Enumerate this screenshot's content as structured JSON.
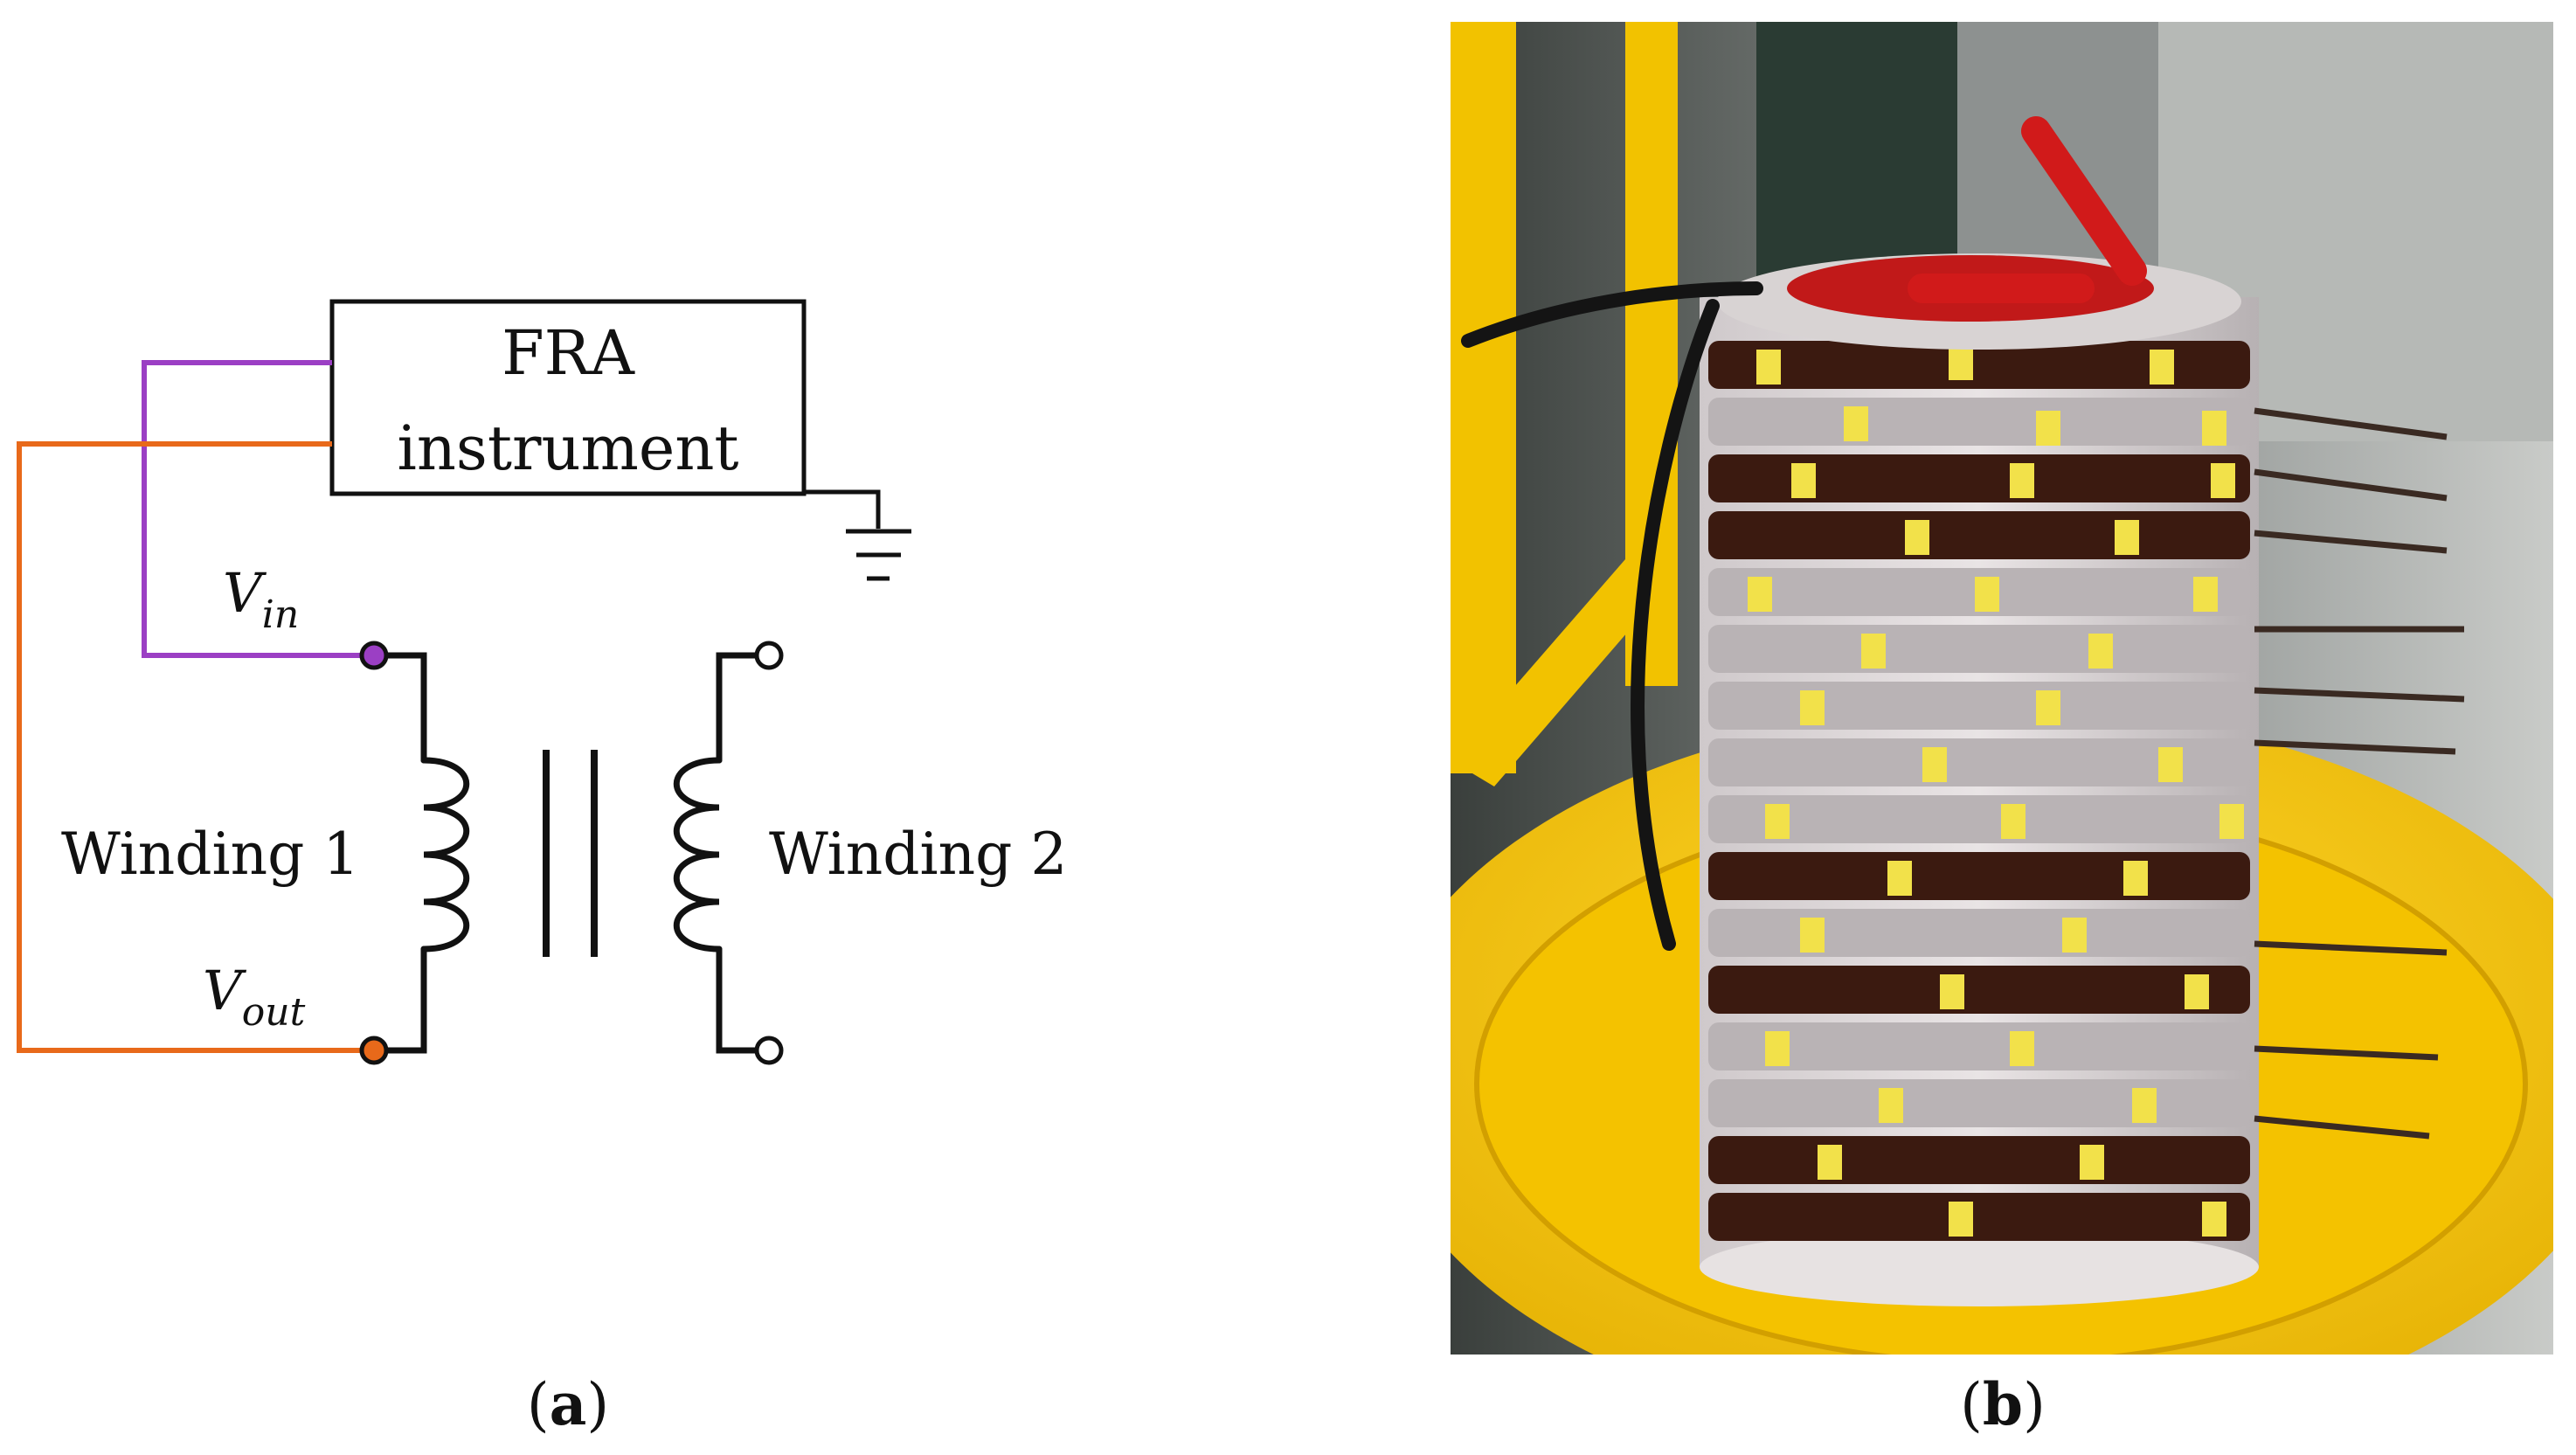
{
  "panel_a": {
    "instrument_line1": "FRA",
    "instrument_line2": "instrument",
    "vin_main": "V",
    "vin_sub": "in",
    "vout_main": "V",
    "vout_sub": "out",
    "winding1_label": "Winding 1",
    "winding2_label": "Winding 2",
    "caption_open": "(",
    "caption_letter": "a",
    "caption_close": ")"
  },
  "panel_b": {
    "caption_open": "(",
    "caption_letter": "b",
    "caption_close": ")"
  },
  "colors": {
    "vin_wire": "#9b3fc4",
    "vout_wire": "#e8691a",
    "line": "#111111",
    "tape": "#f2e14a",
    "copper": "#3b1a10",
    "spacer": "#b9b3b5",
    "bucket": "#f5c400"
  }
}
